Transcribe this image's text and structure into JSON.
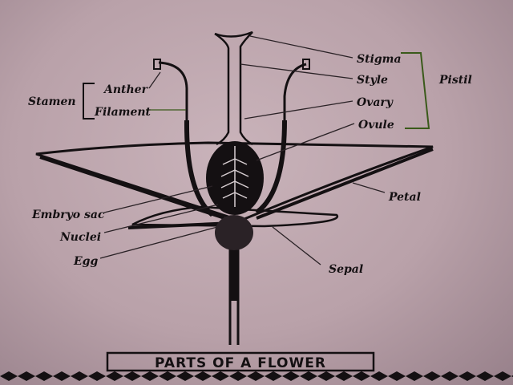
{
  "title": "PARTS OF A FLOWER",
  "labels": {
    "stigma": "Stigma",
    "style": "Style",
    "ovary": "Ovary",
    "ovule": "Ovule",
    "pistil": "Pistil",
    "anther": "Anther",
    "filament": "Filament",
    "stamen": "Stamen",
    "petal": "Petal",
    "embryo_sac": "Embryo sac",
    "nuclei": "Nuclei",
    "egg": "Egg",
    "sepal": "Sepal"
  },
  "colors": {
    "paper": "#bfa8b0",
    "ink": "#141012",
    "bracket_green": "#3a5a1a"
  }
}
